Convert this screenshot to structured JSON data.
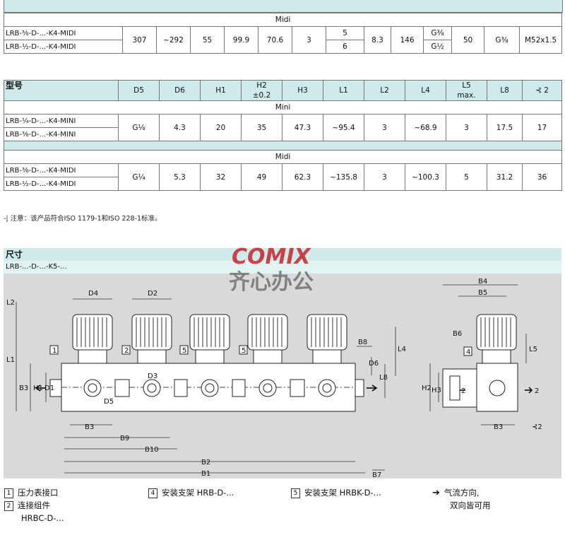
{
  "table1": {
    "group": "Midi",
    "models": [
      "LRB-⅜-D-...-K4-MIDI",
      "LRB-½-D-...-K4-MIDI"
    ],
    "cells": [
      "307",
      "~292",
      "55",
      "99.9",
      "70.6",
      "3"
    ],
    "split1": [
      "5",
      "6"
    ],
    "cells2": [
      "8.3",
      "146"
    ],
    "split2": [
      "G⅜",
      "G½"
    ],
    "cells3": [
      "50",
      "G⅜",
      "M52x1.5"
    ]
  },
  "table2": {
    "headers": [
      "型号",
      "D5",
      "D6",
      "H1",
      "H2",
      "±0.2",
      "H3",
      "L1",
      "L2",
      "L4",
      "L5",
      "max.",
      "L8",
      "⊰ 2"
    ],
    "groups": [
      {
        "name": "Mini",
        "models": [
          "LRB-¼-D-...-K4-MINI",
          "LRB-⅜-D-...-K4-MINI"
        ],
        "values": [
          "G⅛",
          "4.3",
          "20",
          "35",
          "47.3",
          "~95.4",
          "3",
          "~68.9",
          "3",
          "17.5",
          "17"
        ]
      },
      {
        "name": "Midi",
        "models": [
          "LRB-⅜-D-...-K4-MIDI",
          "LRB-½-D-...-K4-MIDI"
        ],
        "values": [
          "G¼",
          "5.3",
          "32",
          "49",
          "62.3",
          "~135.8",
          "3",
          "~100.3",
          "5",
          "31.2",
          "36"
        ]
      }
    ]
  },
  "note": "-|  注意：该产品符合ISO 1179-1和ISO 228-1标准。",
  "dims": {
    "title": "尺寸",
    "subtitle": "LRB-...-D-...-K5-..."
  },
  "logo": {
    "brand": "COMIX",
    "cn": "齐心办公"
  },
  "drawing_labels": {
    "L2": "L2",
    "L1": "L1",
    "B3": "B3",
    "H1": "H1",
    "D1": "D1",
    "D4": "D4",
    "D2": "D2",
    "D3": "D3",
    "D5": "D5",
    "B8": "B8",
    "D6": "D6",
    "L8": "L8",
    "L4": "L4",
    "B9": "B9",
    "B10": "B10",
    "B2": "B2",
    "B1": "B1",
    "B7": "B7",
    "B4": "B4",
    "B5": "B5",
    "B6": "B6",
    "L5": "L5",
    "H2": "H2",
    "H3": "H3",
    "B3r": "B3",
    "key2": "⊰2",
    "c1": "1",
    "c2": "2",
    "c4": "4",
    "c5": "5",
    "c5b": "5",
    "arr2": "2",
    "arr2b": "2"
  },
  "legend": [
    {
      "num": "1",
      "text": "压力表接口"
    },
    {
      "num": "2",
      "text": "连接组件",
      "text2": "HRBC-D-..."
    },
    {
      "num": "4",
      "text": "安装支架 HRB-D-..."
    },
    {
      "num": "5",
      "text": "安装支架 HRBK-D-..."
    },
    {
      "num": "➔",
      "text": "气流方向,",
      "text2": "双向皆可用"
    }
  ],
  "colors": {
    "header_teal": "#cfeaea",
    "drawing_bg": "#d9d9d9",
    "logo_red": "#c8232c"
  }
}
